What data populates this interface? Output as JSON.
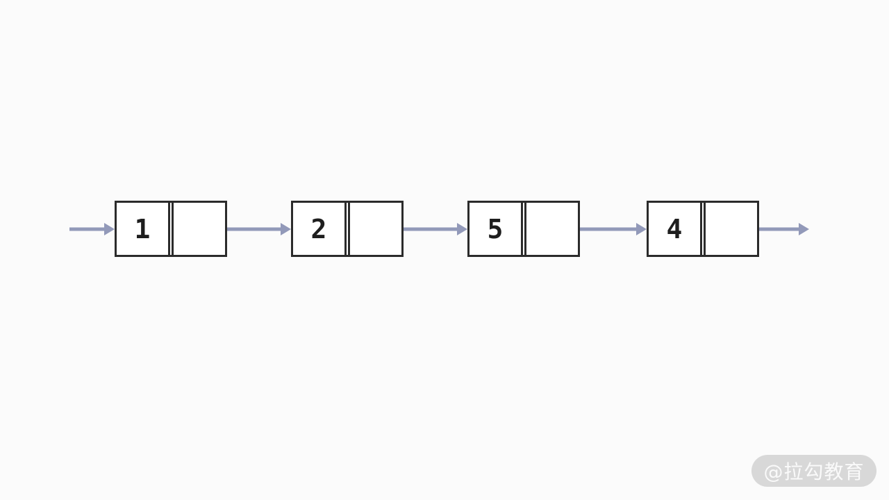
{
  "diagram": {
    "type": "singly-linked-list",
    "nodes": [
      {
        "value": "1"
      },
      {
        "value": "2"
      },
      {
        "value": "5"
      },
      {
        "value": "4"
      }
    ],
    "arrows": [
      {
        "name": "head-pointer-arrow",
        "from": "start",
        "to": "node-1"
      },
      {
        "name": "next-pointer-arrow",
        "from": "node-1",
        "to": "node-2"
      },
      {
        "name": "next-pointer-arrow",
        "from": "node-2",
        "to": "node-5"
      },
      {
        "name": "next-pointer-arrow",
        "from": "node-5",
        "to": "node-4"
      },
      {
        "name": "tail-pointer-arrow",
        "from": "node-4",
        "to": "end"
      }
    ]
  },
  "watermark": {
    "text": "@拉勾教育"
  },
  "colors": {
    "canvas": "#fbfbfb",
    "node_fill": "#ffffff",
    "node_border": "#2b2b2b",
    "text": "#1e1e1e",
    "arrow": "#9299b9",
    "watermark_bg": "#d8d8d8",
    "watermark_text": "#fafafa"
  }
}
